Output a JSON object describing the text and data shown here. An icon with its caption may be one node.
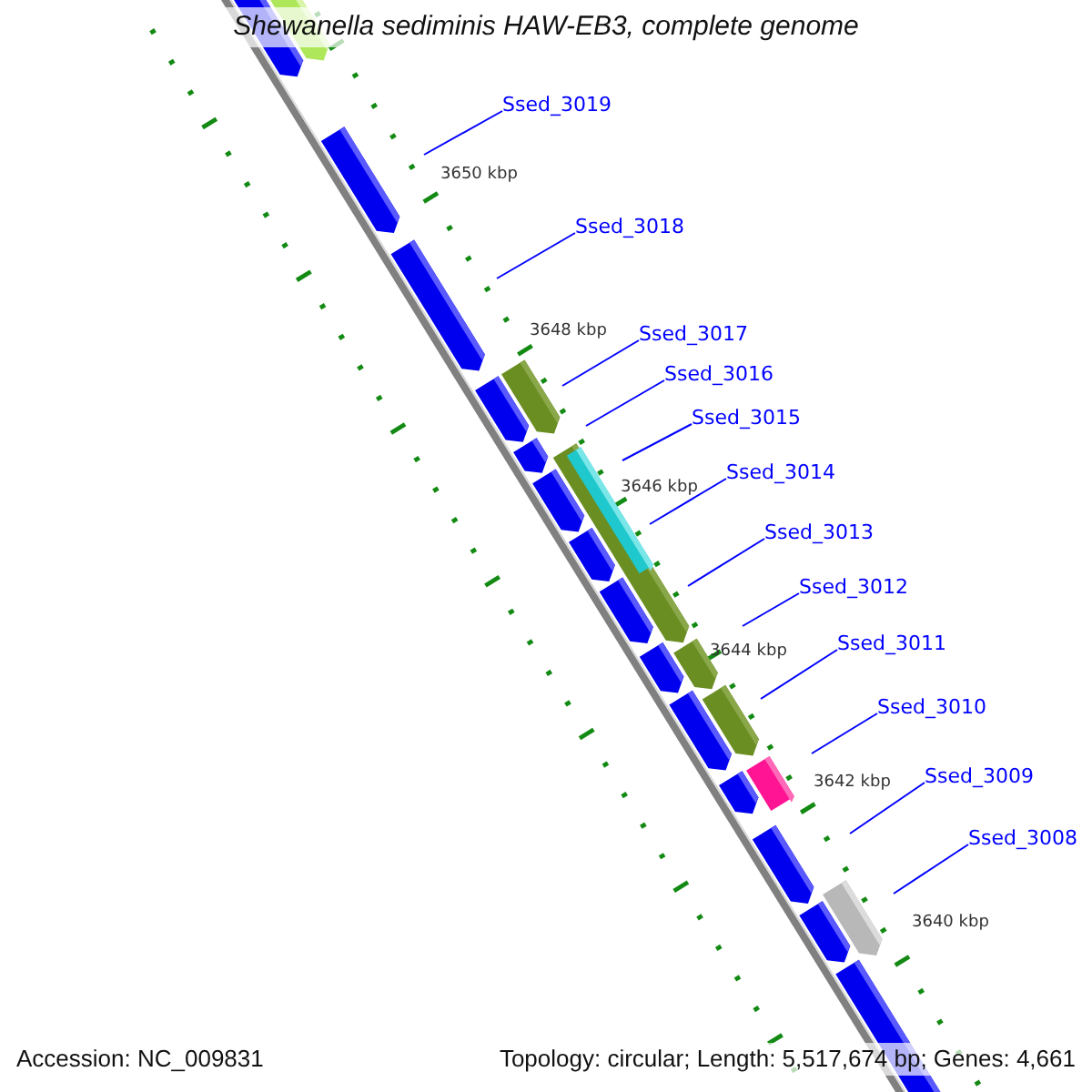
{
  "diagram": {
    "title": "Shewanella sediminis HAW-EB3, complete genome",
    "nodes": [
      {
        "text": [
          "Ssed_3019"
        ]
      },
      {
        "text": [
          "Ssed_3018"
        ]
      },
      {
        "text": [
          "Ssed_3017"
        ]
      },
      {
        "text": [
          "Ssed_3016"
        ]
      },
      {
        "text": [
          "Ssed_3015"
        ]
      },
      {
        "text": [
          "Ssed_3014"
        ]
      },
      {
        "text": [
          "Ssed_3013"
        ]
      },
      {
        "text": [
          "Ssed_3012"
        ]
      },
      {
        "text": [
          "Ssed_3011"
        ]
      },
      {
        "text": [
          "Ssed_3010"
        ]
      },
      {
        "text": [
          "Ssed_3009"
        ]
      },
      {
        "text": [
          "Ssed_3008"
        ]
      }
    ],
    "edges": [
      {
        "from": 0,
        "to": null,
        "arrow": "none"
      },
      {
        "from": 1,
        "to": null,
        "arrow": "none"
      },
      {
        "from": 2,
        "to": null,
        "arrow": "none"
      },
      {
        "from": 3,
        "to": null,
        "arrow": "none"
      },
      {
        "from": 4,
        "to": null,
        "arrow": "none"
      },
      {
        "from": 5,
        "to": null,
        "arrow": "none"
      },
      {
        "from": 6,
        "to": null,
        "arrow": "none"
      },
      {
        "from": 7,
        "to": null,
        "arrow": "none"
      },
      {
        "from": 8,
        "to": null,
        "arrow": "none"
      },
      {
        "from": 9,
        "to": null,
        "arrow": "none"
      },
      {
        "from": 10,
        "to": null,
        "arrow": "none"
      },
      {
        "from": 11,
        "to": null,
        "arrow": "none"
      }
    ],
    "labels": [
      "3650 kbp",
      "3648 kbp",
      "3646 kbp",
      "3644 kbp",
      "3642 kbp",
      "3640 kbp",
      "Accession: NC_009831",
      "Topology: circular; Length: 5,517,674 bp; Genes: 4,661"
    ]
  }
}
